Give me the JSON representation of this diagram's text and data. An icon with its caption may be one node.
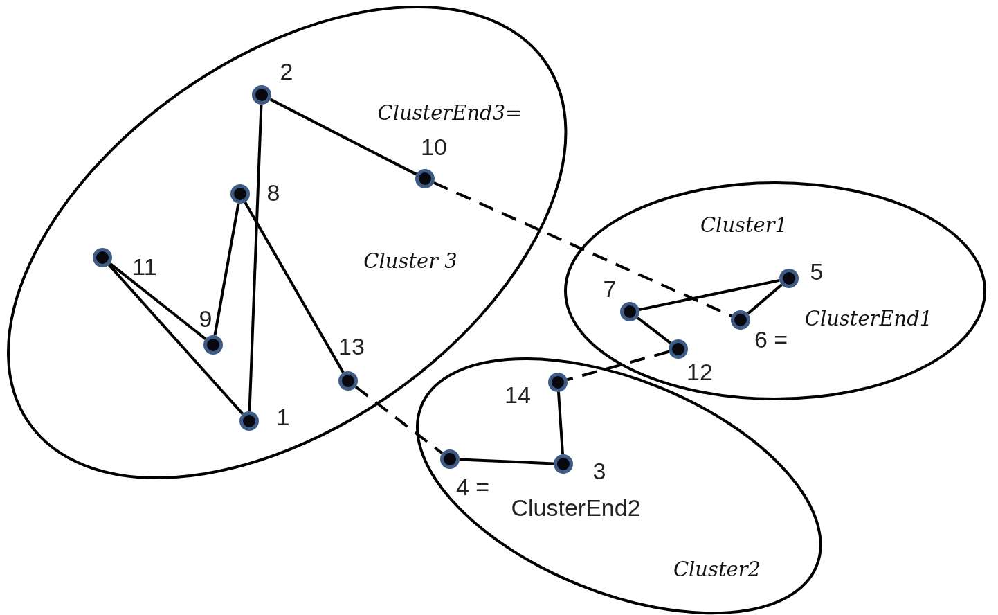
{
  "diagram": {
    "nodes": [
      {
        "text": [
          "Cluster 3"
        ]
      },
      {
        "text": [
          "2"
        ],
        "in": 0
      },
      {
        "text": [
          "10"
        ],
        "in": 0,
        "beside": [
          "ClusterEnd3="
        ]
      },
      {
        "text": [
          "8"
        ],
        "in": 0
      },
      {
        "text": [
          "11"
        ],
        "in": 0
      },
      {
        "text": [
          "9"
        ],
        "in": 0
      },
      {
        "text": [
          "13"
        ],
        "in": 0
      },
      {
        "text": [
          "1"
        ],
        "in": 0
      },
      {
        "text": [
          "Cluster1"
        ]
      },
      {
        "text": [
          "7"
        ],
        "in": 8
      },
      {
        "text": [
          "5"
        ],
        "in": 8
      },
      {
        "text": [
          "6 ="
        ],
        "in": 8
      },
      {
        "text": [
          "12"
        ],
        "in": 8
      },
      {
        "text": [
          "Cluster2"
        ]
      },
      {
        "text": [
          "14"
        ],
        "in": 13
      },
      {
        "text": [
          "3"
        ],
        "in": 13
      },
      {
        "text": [
          "4 ="
        ],
        "in": 13
      }
    ],
    "labels": [
      "ClusterEnd1",
      "ClusterEnd2"
    ],
    "edges": [
      {
        "from": 1,
        "to": 2,
        "arrow": "none"
      },
      {
        "from": 1,
        "to": 7,
        "arrow": "none"
      },
      {
        "from": 7,
        "to": 4,
        "arrow": "none"
      },
      {
        "from": 4,
        "to": 5,
        "arrow": "none"
      },
      {
        "from": 5,
        "to": 3,
        "arrow": "none"
      },
      {
        "from": 3,
        "to": 6,
        "arrow": "none"
      },
      {
        "from": 2,
        "to": 11,
        "arrow": "none",
        "style": "dashed"
      },
      {
        "from": 11,
        "to": 10,
        "arrow": "none"
      },
      {
        "from": 10,
        "to": 9,
        "arrow": "none"
      },
      {
        "from": 9,
        "to": 12,
        "arrow": "none"
      },
      {
        "from": 12,
        "to": 14,
        "arrow": "none",
        "style": "dashed"
      },
      {
        "from": 14,
        "to": 15,
        "arrow": "none"
      },
      {
        "from": 15,
        "to": 16,
        "arrow": "none"
      },
      {
        "from": 6,
        "to": 16,
        "arrow": "none",
        "style": "dashed"
      }
    ]
  }
}
